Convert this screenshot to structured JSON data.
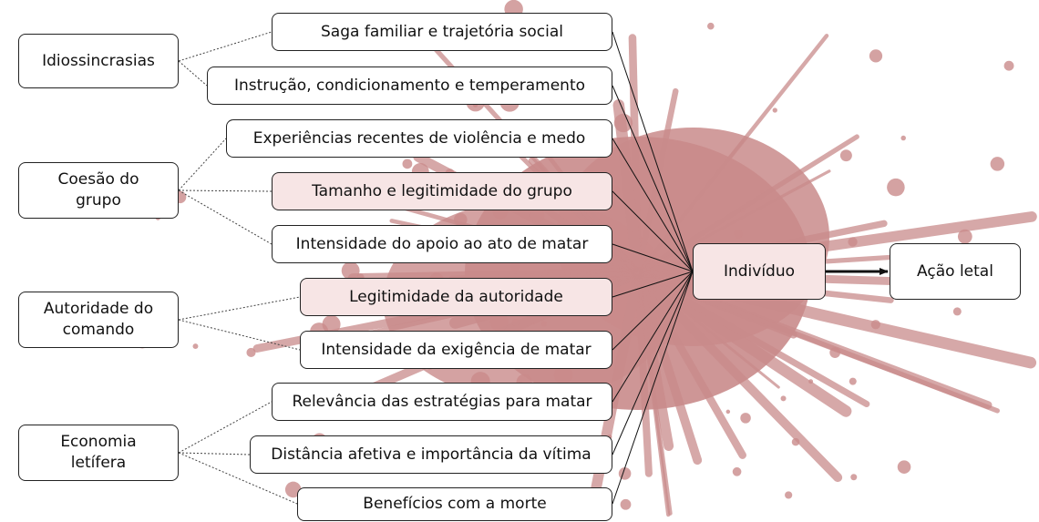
{
  "categories": [
    {
      "id": "idiossincrasias",
      "label": "Idiossincrasias"
    },
    {
      "id": "coesao",
      "label": "Coesão do\ngrupo"
    },
    {
      "id": "autoridade",
      "label": "Autoridade do\ncomando"
    },
    {
      "id": "economia",
      "label": "Economia\nletífera"
    }
  ],
  "factors": [
    {
      "id": "saga",
      "label": "Saga familiar e trajetória social",
      "group": "idiossincrasias"
    },
    {
      "id": "instrucao",
      "label": "Instrução, condicionamento e temperamento",
      "group": "idiossincrasias"
    },
    {
      "id": "experiencias",
      "label": "Experiências recentes de violência e medo",
      "group": "coesao"
    },
    {
      "id": "tamanho",
      "label": "Tamanho e legitimidade do grupo",
      "group": "coesao"
    },
    {
      "id": "intensidade-apoio",
      "label": "Intensidade do apoio ao ato de matar",
      "group": "coesao"
    },
    {
      "id": "legitimidade",
      "label": "Legitimidade da autoridade",
      "group": "autoridade"
    },
    {
      "id": "intensidade-exigencia",
      "label": "Intensidade da exigência de matar",
      "group": "autoridade"
    },
    {
      "id": "relevancia",
      "label": "Relevância das estratégias para matar",
      "group": "economia"
    },
    {
      "id": "distancia",
      "label": "Distância afetiva e importância da vítima",
      "group": "economia"
    },
    {
      "id": "beneficios",
      "label": "Benefícios com a morte",
      "group": "economia"
    }
  ],
  "target": {
    "label": "Indivíduo"
  },
  "outcome": {
    "label": "Ação letal"
  },
  "colors": {
    "splatter": "#c98b8b",
    "box_highlight": "#f7e5e5",
    "stroke": "#222222"
  }
}
